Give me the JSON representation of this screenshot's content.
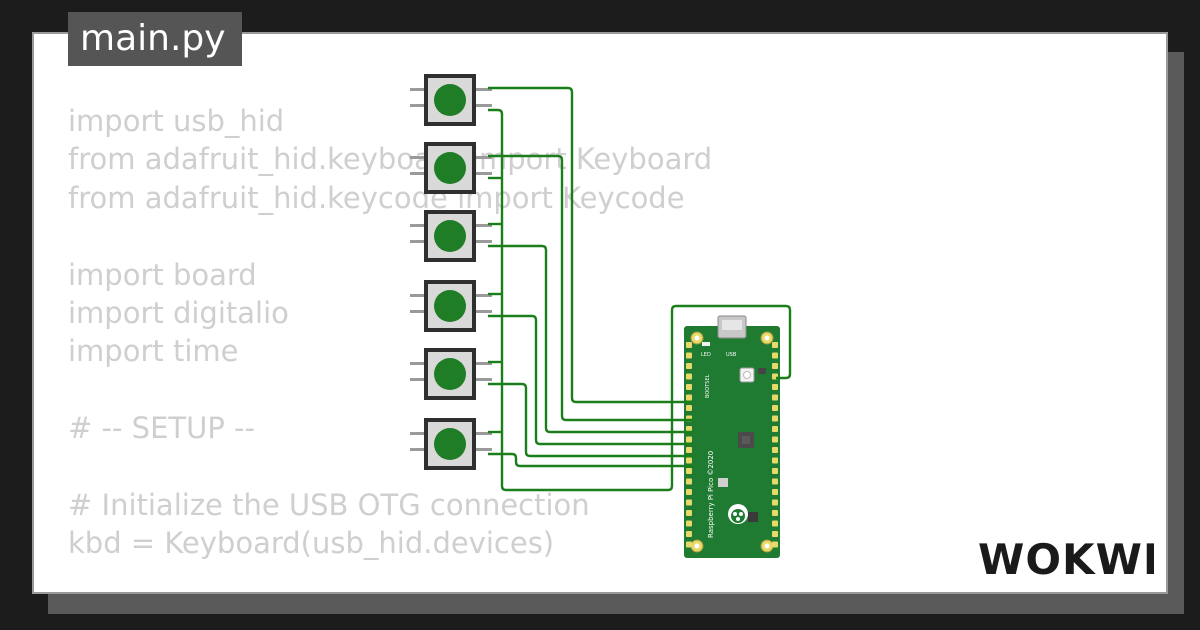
{
  "tab": {
    "filename": "main.py"
  },
  "code_lines": [
    "import usb_hid",
    "from adafruit_hid.keyboard import Keyboard",
    "from adafruit_hid.keycode import Keycode",
    "",
    "import board",
    "import digitalio",
    "import time",
    "",
    "# -- SETUP --",
    "",
    "# Initialize the USB OTG connection",
    "kbd = Keyboard(usb_hid.devices)"
  ],
  "board": {
    "vertical_label": "Raspberry Pi Pico ©2020",
    "led_label": "LED",
    "usb_label": "USB",
    "bootsel_label": "BOOTSEL"
  },
  "logo": {
    "text": "WOKWI"
  },
  "colors": {
    "background": "#1c1c1c",
    "card": "#ffffff",
    "tab": "#555555",
    "code_text": "#cfcfcf",
    "wire": "#1a7f1a",
    "pcb": "#1f7a32",
    "button_cap": "#1e7d25"
  }
}
